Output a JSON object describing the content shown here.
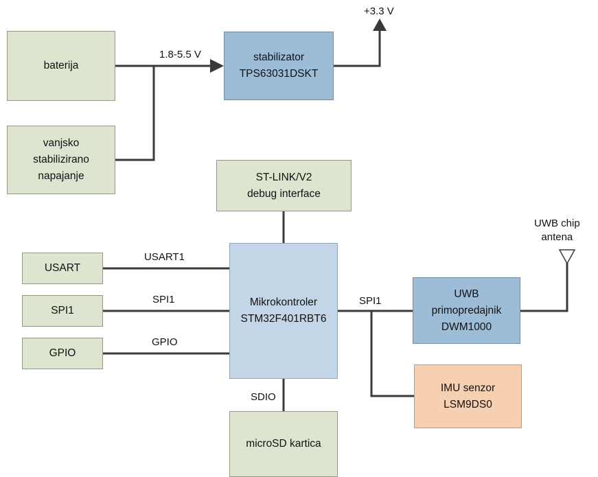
{
  "blocks": {
    "baterija": "baterija",
    "vanjsko": "vanjsko\nstabilizirano\nnapajanje",
    "stabilizator": "stabilizator\nTPS63031DSKT",
    "stlink": "ST-LINK/V2\ndebug interface",
    "usart": "USART",
    "spi1": "SPI1",
    "gpio": "GPIO",
    "mcu": "Mikrokontroler\nSTM32F401RBT6",
    "uwb": "UWB\nprimopredajnik\nDWM1000",
    "imu": "IMU senzor\nLSM9DS0",
    "microsd": "microSD kartica"
  },
  "labels": {
    "voltage_in": "1.8-5.5 V",
    "voltage_out": "+3.3 V",
    "usart1": "USART1",
    "spi1_left": "SPI1",
    "gpio": "GPIO",
    "spi1_right": "SPI1",
    "sdio": "SDIO",
    "antenna": "UWB chip\nantena"
  },
  "colors": {
    "green": "#dde4cf",
    "blue": "#9cbcd8",
    "light_blue": "#c3d6e8",
    "peach": "#f7cfb1",
    "wire": "#3a3a3a"
  }
}
